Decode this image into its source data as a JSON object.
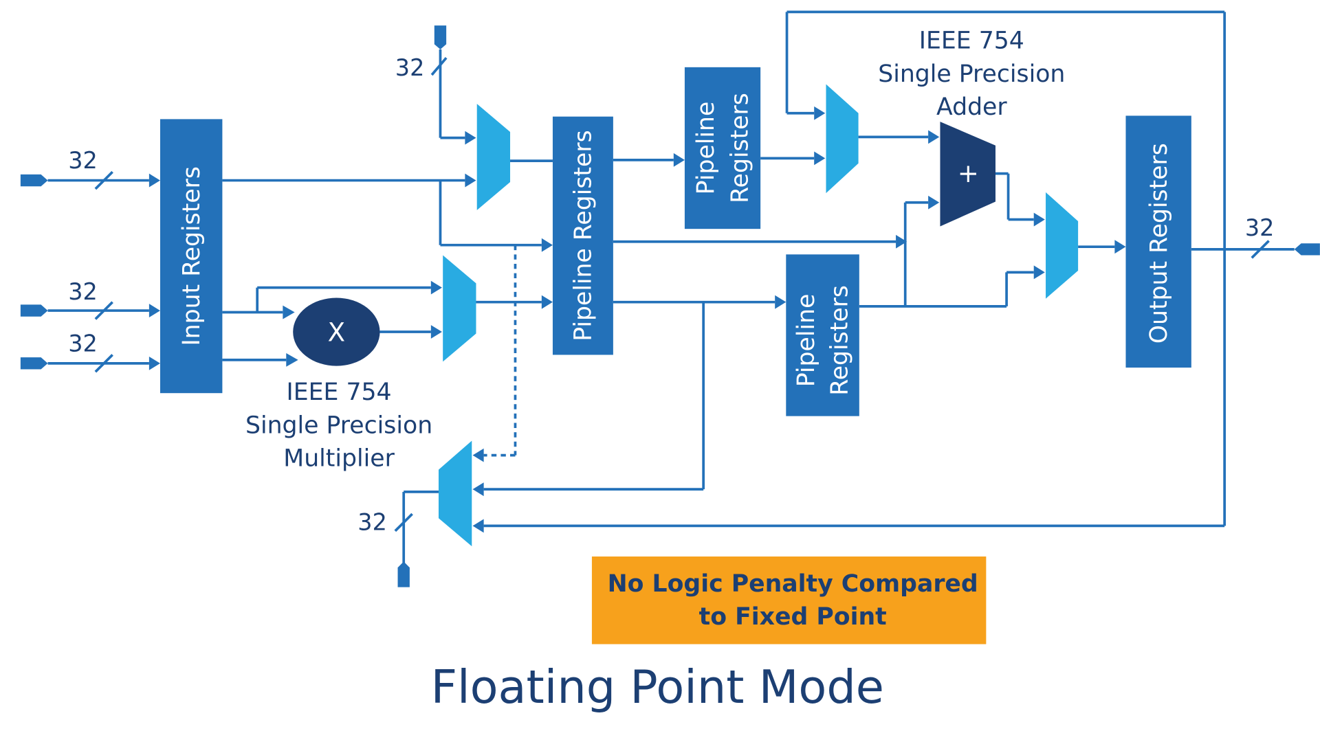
{
  "diagram": {
    "title": "Floating Point Mode",
    "bus_width_label": "32",
    "blocks": {
      "input_registers": "Input Registers",
      "pipeline_registers_main": "Pipeline Registers",
      "pipeline_registers_top_l1": "Pipeline",
      "pipeline_registers_top_l2": "Registers",
      "pipeline_registers_bottom_l1": "Pipeline",
      "pipeline_registers_bottom_l2": "Registers",
      "output_registers": "Output Registers",
      "multiplier_symbol": "X",
      "adder_symbol": "+"
    },
    "labels": {
      "multiplier": [
        "IEEE 754",
        "Single Precision",
        "Multiplier"
      ],
      "adder": [
        "IEEE 754",
        "Single Precision",
        "Adder"
      ]
    },
    "callout": [
      "No Logic Penalty Compared",
      "to Fixed Point"
    ],
    "colors": {
      "register": "#2371b9",
      "mux": "#29abe2",
      "operator": "#1c3f73",
      "callout": "#f7a11c",
      "text": "#1c3f73"
    }
  }
}
